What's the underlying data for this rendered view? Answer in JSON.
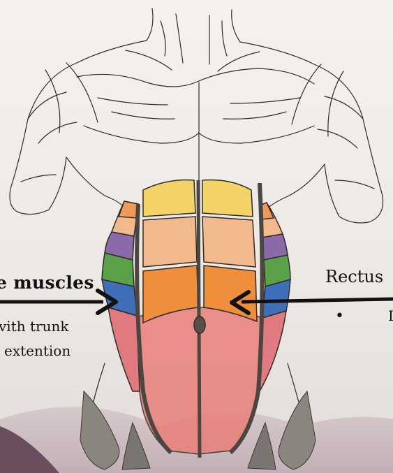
{
  "labels": {
    "left_heading": "e muscles",
    "left_line1": "vith trunk",
    "left_line2": "extention",
    "right_heading": "Rectus",
    "right_bullet": "•",
    "right_fragment": "I"
  },
  "colors": {
    "background": "#f1ede9",
    "outline": "#2e2a26",
    "upper_abs": "#f3d266",
    "mid_abs": "#f2b98c",
    "lower_abs": "#ef8f3b",
    "rectus_sheath": "#e9807a",
    "oblique_purple": "#8a6aa8",
    "oblique_green": "#5aa14a",
    "oblique_blue": "#3e6fb8",
    "oblique_red": "#e07a80",
    "pencil_gray": "#7a7570",
    "arrow": "#111111",
    "corner_shape": "#6a4e5e"
  },
  "icons": [
    "arrow-right-icon",
    "arrow-left-icon"
  ]
}
